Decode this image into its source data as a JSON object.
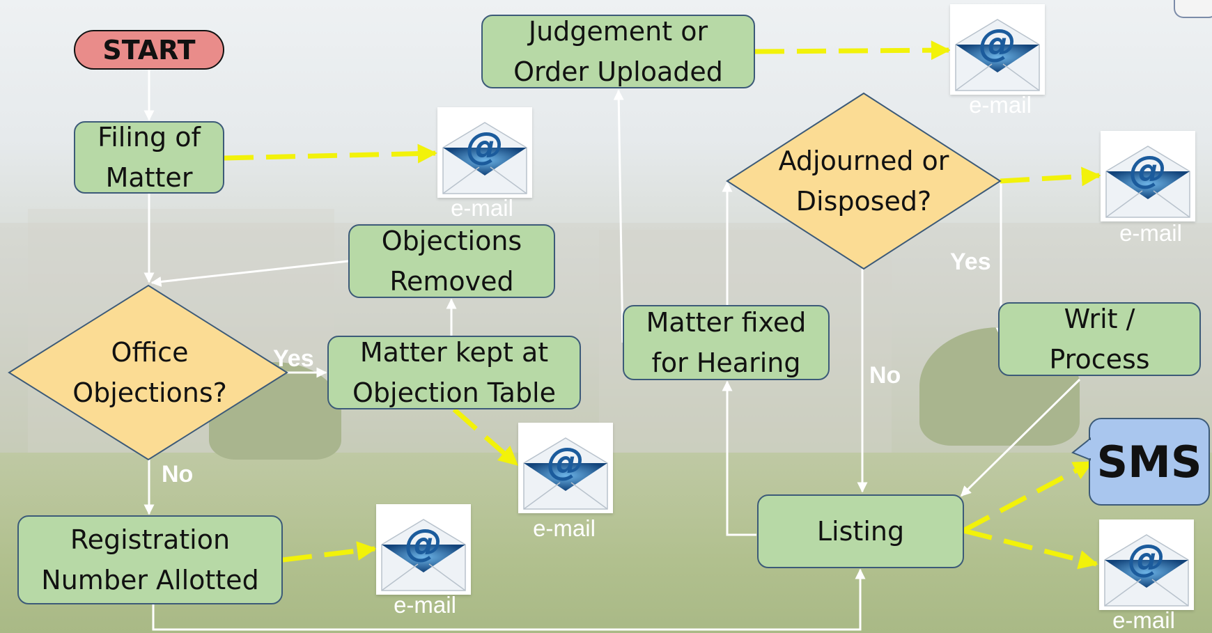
{
  "nodes": {
    "start": "START",
    "filing": "Filing of\nMatter",
    "office_objections": "Office\nObjections?",
    "registration": "Registration\nNumber Allotted",
    "objections_removed": "Objections\nRemoved",
    "objection_table": "Matter kept at\nObjection Table",
    "judgement": "Judgement or\nOrder Uploaded",
    "hearing": "Matter fixed\nfor Hearing",
    "adjourned": "Adjourned or\nDisposed?",
    "writ": "Writ /\nProcess",
    "listing": "Listing",
    "sms": "SMS"
  },
  "email_label": "e-mail",
  "edge_labels": {
    "yes_objections": "Yes",
    "no_objections": "No",
    "yes_adjourned": "Yes",
    "no_adjourned": "No"
  },
  "colors": {
    "process_box": "#b7d9a6",
    "decision": "#fbdc94",
    "start": "#e98c8a",
    "sms": "#a9c6ee",
    "notify_arrow": "#f2f20a",
    "flow_arrow": "#ffffff"
  },
  "icons": [
    "email-icon",
    "sms-bubble"
  ]
}
